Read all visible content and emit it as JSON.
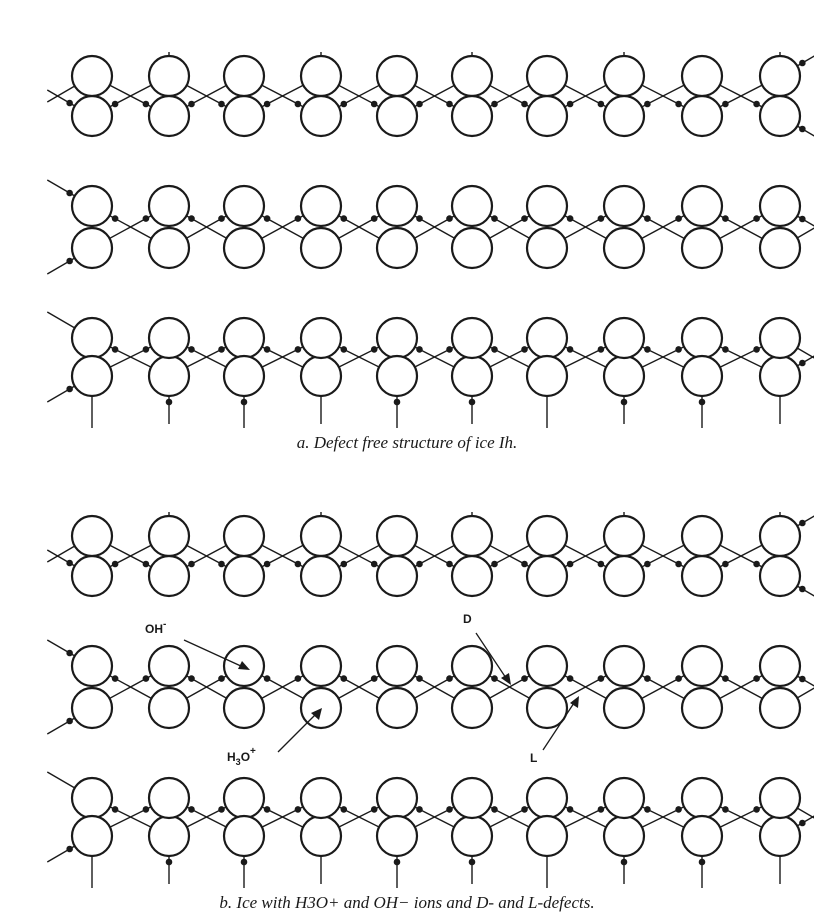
{
  "diagram": {
    "panel_a": {
      "caption": "a. Defect free structure of ice Ih."
    },
    "panel_b": {
      "caption": "b. Ice with H3O+ and OH− ions and D- and L-defects.",
      "labels": {
        "oh": "OH",
        "oh_charge": "-",
        "h3o_base": "H",
        "h3o_sub": "3",
        "h3o_rest": "O",
        "h3o_charge": "+",
        "d": "D",
        "l": "L"
      }
    }
  }
}
